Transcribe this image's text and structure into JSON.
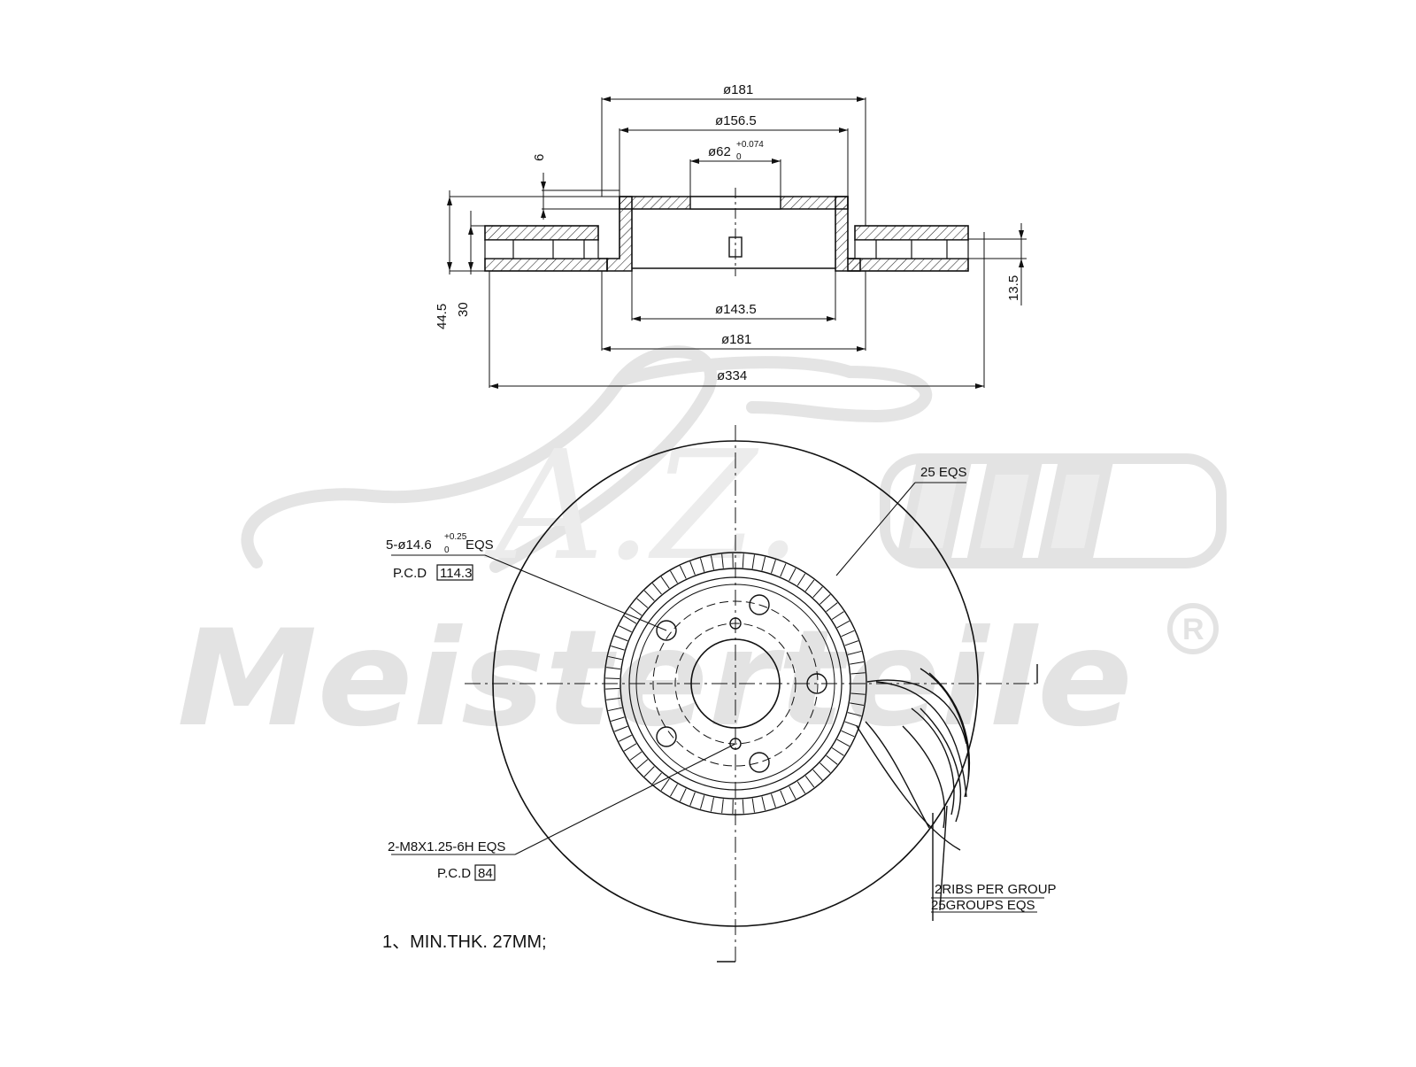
{
  "watermark": {
    "brand": "Meisterteile",
    "monogram": "A.Z.",
    "registered": "R"
  },
  "side_view": {
    "dia_outer_top": "ø181",
    "dia_mid_top": "ø156.5",
    "dia_bore": "ø62",
    "dia_bore_tol_upper": "+0.074",
    "dia_bore_tol_lower": "0",
    "dia_inner_bottom": "ø143.5",
    "dia_hat_bottom": "ø181",
    "dia_disc": "ø334",
    "hat_thickness": "6",
    "total_height": "44.5",
    "disc_thickness": "30",
    "offset": "13.5"
  },
  "front_view": {
    "vent_count": "25 EQS",
    "bolt_holes": "5-ø14.6",
    "bolt_tol_upper": "+0.25",
    "bolt_tol_lower": "0",
    "bolt_suffix": "EQS",
    "pcd_label": "P.C.D",
    "pcd_bolt": "114.3",
    "thread_holes": "2-M8X1.25-6H EQS",
    "pcd_label_2": "P.C.D",
    "pcd_thread": "84",
    "ribs_line1": "2RIBS PER GROUP",
    "ribs_line2": "25GROUPS EQS"
  },
  "notes": {
    "min_thickness": "1、MIN.THK. 27MM;"
  }
}
